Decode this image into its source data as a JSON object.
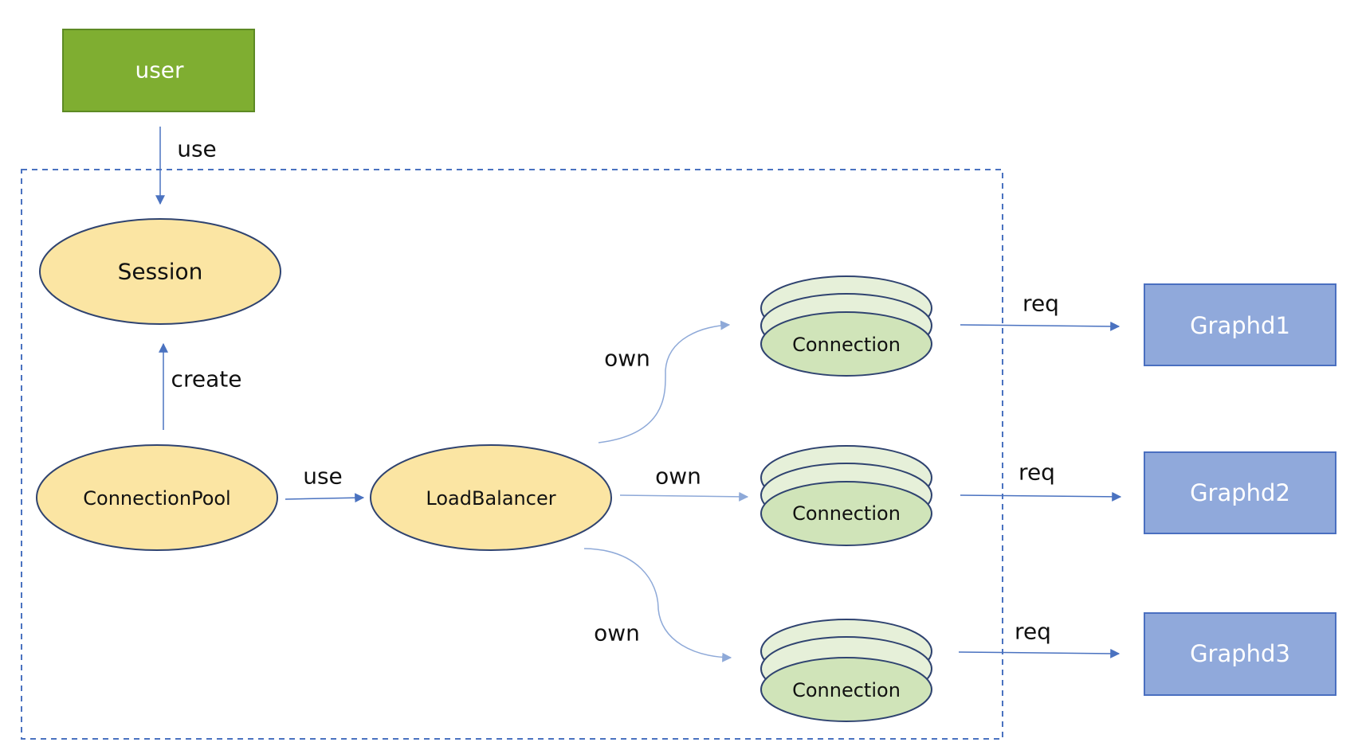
{
  "nodes": {
    "user": "user",
    "session": "Session",
    "connection_pool": "ConnectionPool",
    "load_balancer": "LoadBalancer",
    "connections": [
      "Connection",
      "Connection",
      "Connection"
    ],
    "graphd": [
      "Graphd1",
      "Graphd2",
      "Graphd3"
    ]
  },
  "edges": {
    "user_to_session": "use",
    "pool_to_session": "create",
    "pool_to_balancer": "use",
    "balancer_to_connections": [
      "own",
      "own",
      "own"
    ],
    "connections_to_graphd": [
      "req",
      "req",
      "req"
    ]
  },
  "colors": {
    "user_fill": "#7fae31",
    "user_stroke": "#5d8a24",
    "ellipse_fill": "#fbe5a3",
    "ellipse_stroke": "#2f4370",
    "connection_front_fill": "#d0e4b9",
    "connection_back_fill": "#e6f0d9",
    "connection_stroke": "#2f4370",
    "graphd_fill": "#90a9db",
    "graphd_stroke": "#4a6fc0",
    "arrow": "#4a72c0",
    "arrow_light": "#8ea9d8",
    "boundary": "#4a72c0"
  }
}
